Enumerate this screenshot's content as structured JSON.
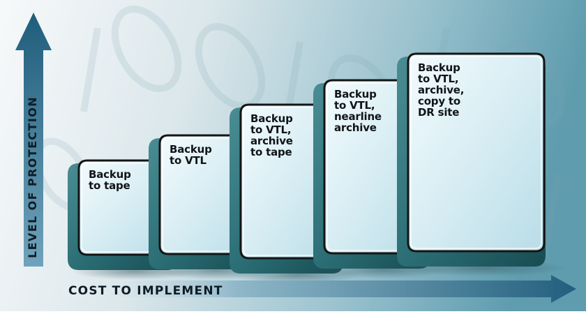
{
  "diagram": {
    "x_axis_title": "COST TO IMPLEMENT",
    "y_axis_title": "LEVEL OF PROTECTION",
    "steps": [
      {
        "label": "Backup\nto tape"
      },
      {
        "label": "Backup\nto VTL"
      },
      {
        "label": "Backup\nto VTL,\narchive\nto tape"
      },
      {
        "label": "Backup\nto VTL,\nnearline\narchive"
      },
      {
        "label": "Backup\nto VTL,\narchive,\ncopy to\nDR site"
      }
    ],
    "colors": {
      "background_left": "#f6f8f9",
      "background_right": "#5f9eb0",
      "arrow": "#2d6f8e",
      "block_side": "#2b6f76",
      "block_face": "#dff1f5",
      "block_border": "#141414"
    }
  }
}
